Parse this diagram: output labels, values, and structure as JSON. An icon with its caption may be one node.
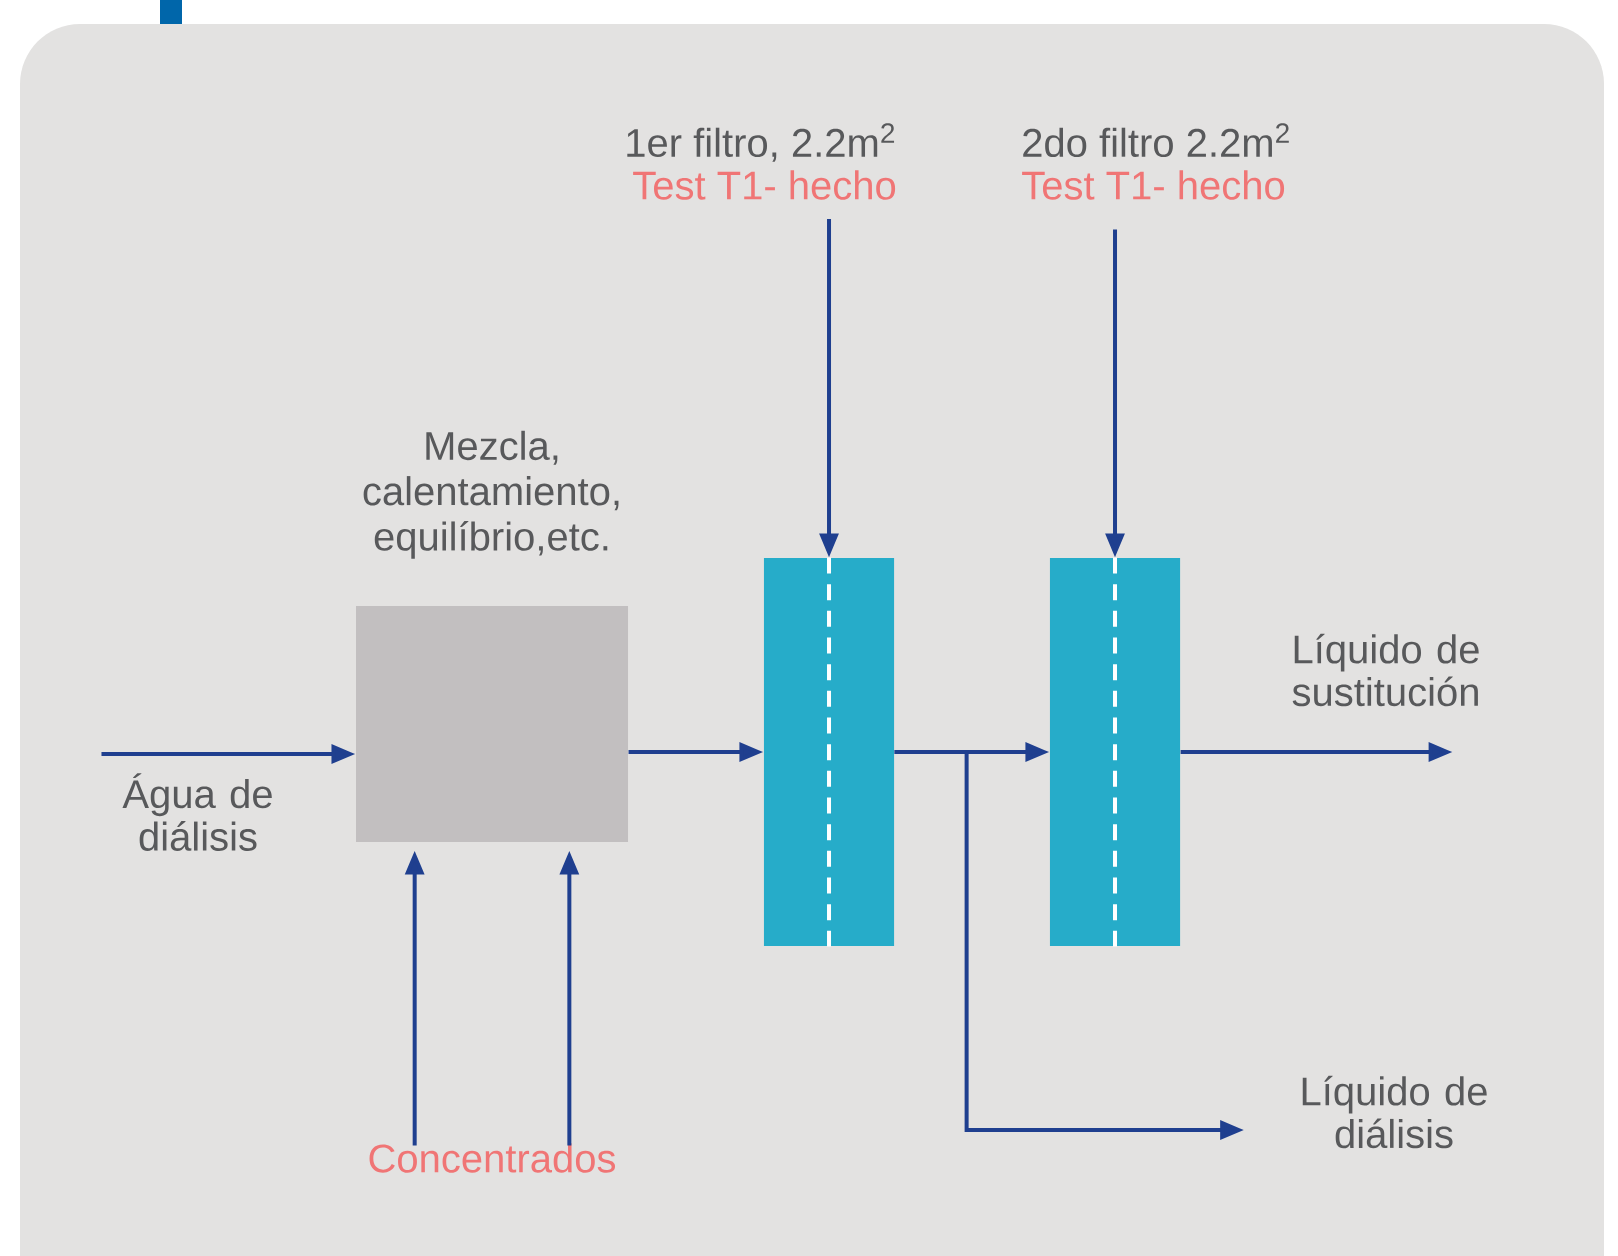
{
  "diagram": {
    "nodes": [
      {
        "text": [
          "Água de diálisis"
        ]
      },
      {
        "text": [
          "Mezcla, calentamiento, equilíbrio,etc."
        ]
      },
      {
        "text": [
          "1er filtro, 2.2m$^{2}$",
          "Test T1- hecho"
        ]
      },
      {
        "text": [],
        "shape": "box"
      },
      {
        "text": [
          "2do filtro 2.2m$^{2}$",
          "Test T1- hecho"
        ]
      },
      {
        "text": [],
        "shape": "box"
      },
      {
        "text": [
          "Líquido de sustitución"
        ]
      },
      {
        "text": [
          "Líquido de diálisis"
        ]
      },
      {
        "text": [
          "Concentrados"
        ]
      }
    ],
    "edges": [
      {
        "from": 0,
        "to": 1,
        "arrow": "to"
      },
      {
        "from": 8,
        "to": 1,
        "arrow": "to"
      },
      {
        "from": 8,
        "to": 1,
        "arrow": "to"
      },
      {
        "from": 1,
        "to": 3,
        "arrow": "to"
      },
      {
        "from": 2,
        "to": 3,
        "arrow": "to"
      },
      {
        "from": 4,
        "to": 5,
        "arrow": "to"
      },
      {
        "from": 3,
        "to": 5,
        "arrow": "to"
      },
      {
        "from": 3,
        "to": 7,
        "arrow": "to"
      },
      {
        "from": 5,
        "to": 6,
        "arrow": "to"
      }
    ]
  }
}
